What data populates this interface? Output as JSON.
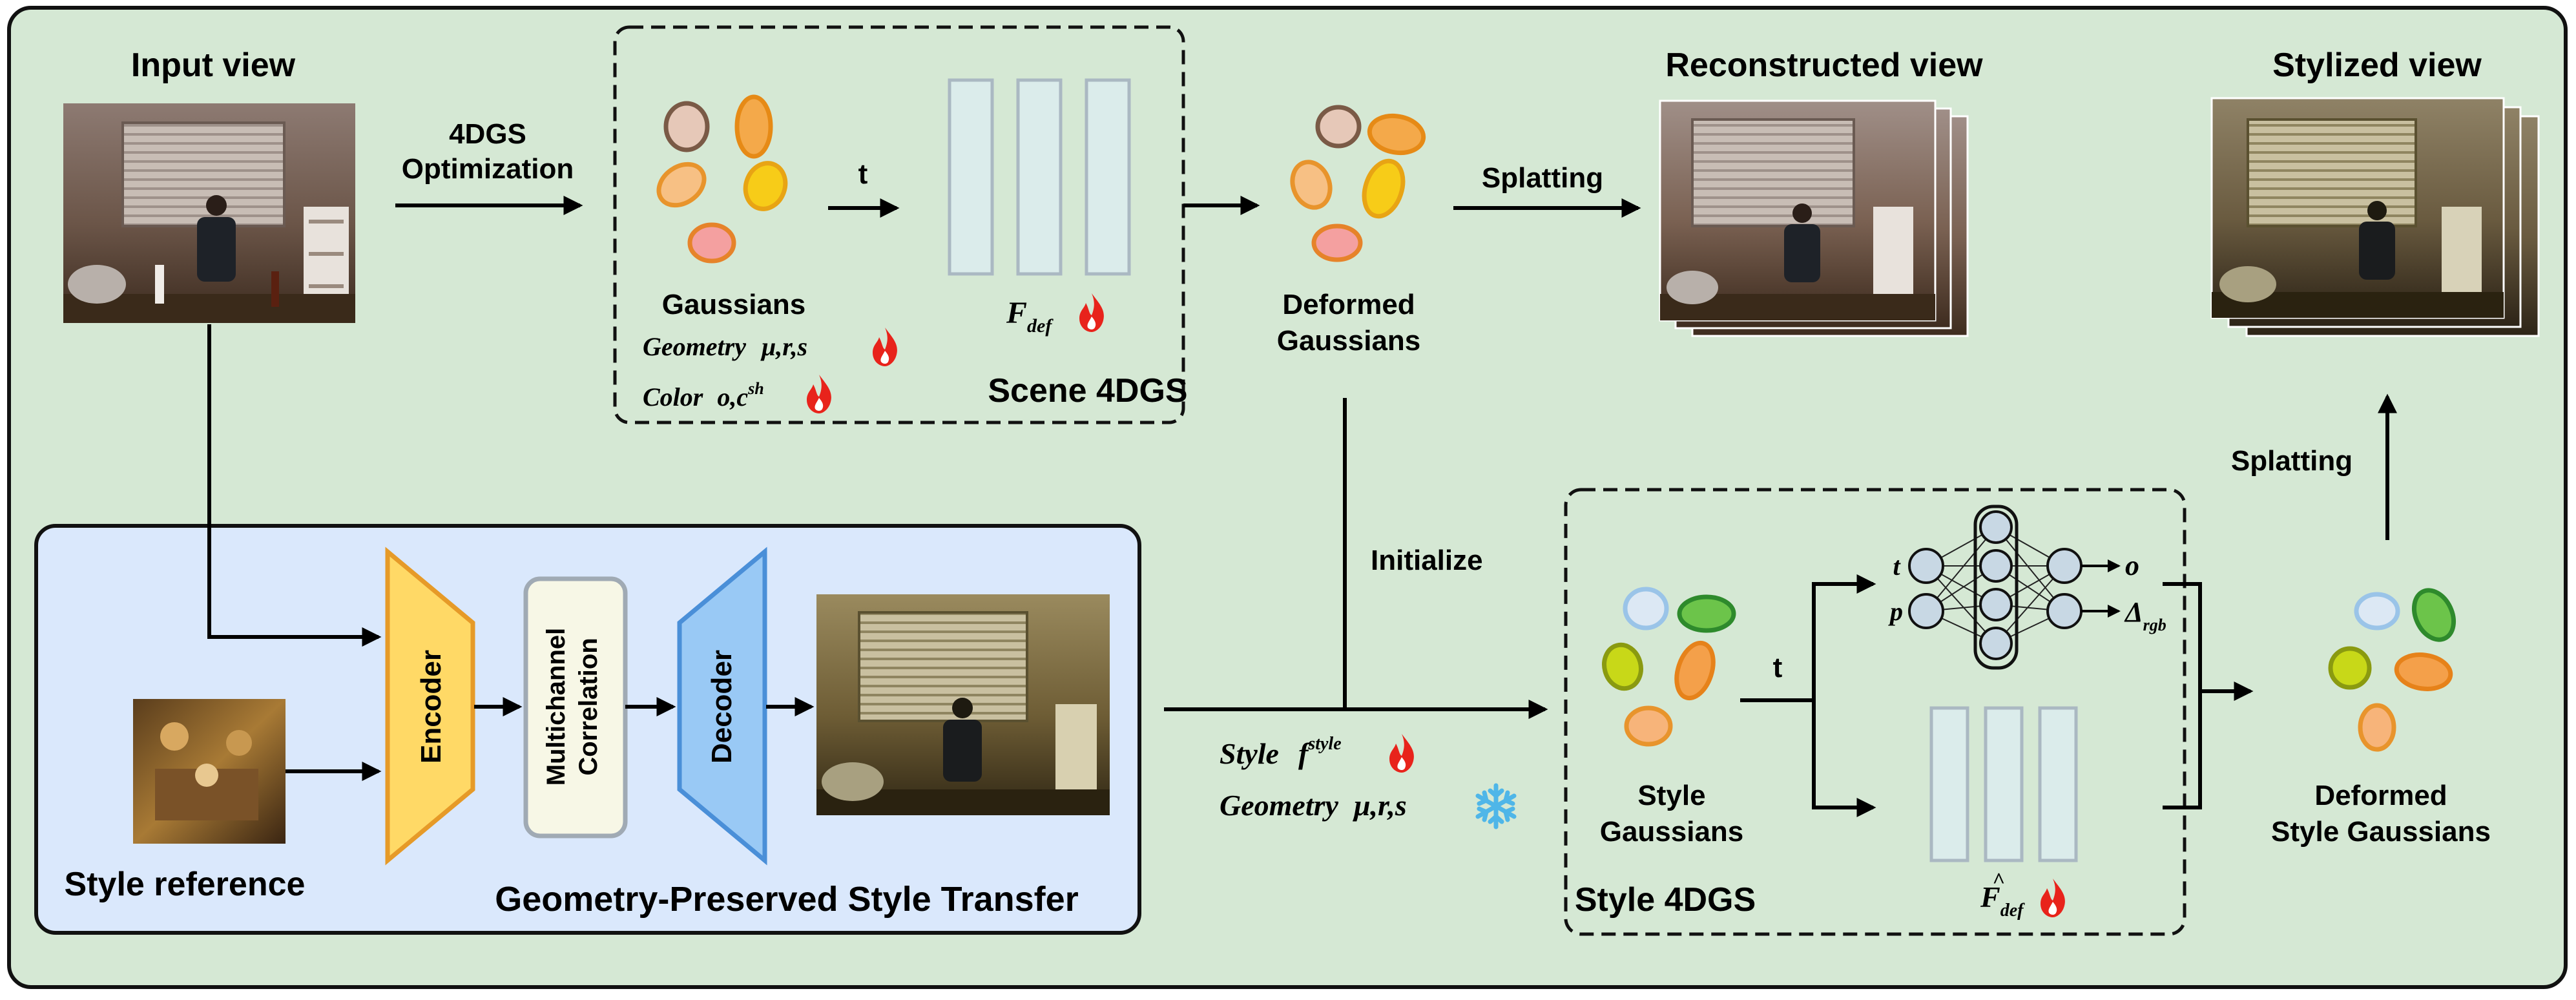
{
  "labels": {
    "input_view": "Input view",
    "optimization_line1": "4DGS",
    "optimization_line2": "Optimization",
    "gaussians": "Gaussians",
    "geometry_word": "Geometry",
    "geometry_vars": "μ,r,s",
    "color_word": "Color",
    "color_vars_o": "o,c",
    "color_vars_sup": "sh",
    "t_top": "t",
    "f_def_base": "F",
    "f_def_sub": "def",
    "scene_4dgs": "Scene 4DGS",
    "deformed_gaussians_line1": "Deformed",
    "deformed_gaussians_line2": "Gaussians",
    "splatting_top": "Splatting",
    "reconstructed_view": "Reconstructed view",
    "stylized_view": "Stylized view",
    "splatting_right": "Splatting",
    "initialize": "Initialize",
    "encoder": "Encoder",
    "multichannel": "Multichannel",
    "correlation": "Correlation",
    "decoder": "Decoder",
    "style_reference": "Style reference",
    "gpst": "Geometry-Preserved Style Transfer",
    "style_word": "Style",
    "style_f": "f",
    "style_sup": "style",
    "geometry2_word": "Geometry",
    "geometry2_vars": "μ,r,s",
    "style_gaussians_line1": "Style",
    "style_gaussians_line2": "Gaussians",
    "t_bottom": "t",
    "mlp_t": "t",
    "mlp_p": "p",
    "out_o": "o",
    "out_delta": "Δ",
    "out_delta_sub": "rgb",
    "style_4dgs": "Style 4DGS",
    "fhat_base": "F",
    "fhat_hat": "^",
    "fhat_sub": "def",
    "deformed_style_line1": "Deformed",
    "deformed_style_line2": "Style Gaussians"
  },
  "colors": {
    "outer_bg": "#d5e8d4",
    "blue_panel": "#dae8fc",
    "encoder": "#ffd966",
    "encoder_stroke": "#e69a28",
    "decoder": "#99c9f5",
    "decoder_stroke": "#4a8fd8",
    "correlation_box": "#f7f7e6",
    "deform_bar": "#dbeceb",
    "mlp_node": "#c8d8e4",
    "flame": "#e8231b",
    "snowflake": "#4fb6e8"
  },
  "icons": {
    "flame": "flame-icon",
    "snowflake": "snowflake-icon"
  }
}
